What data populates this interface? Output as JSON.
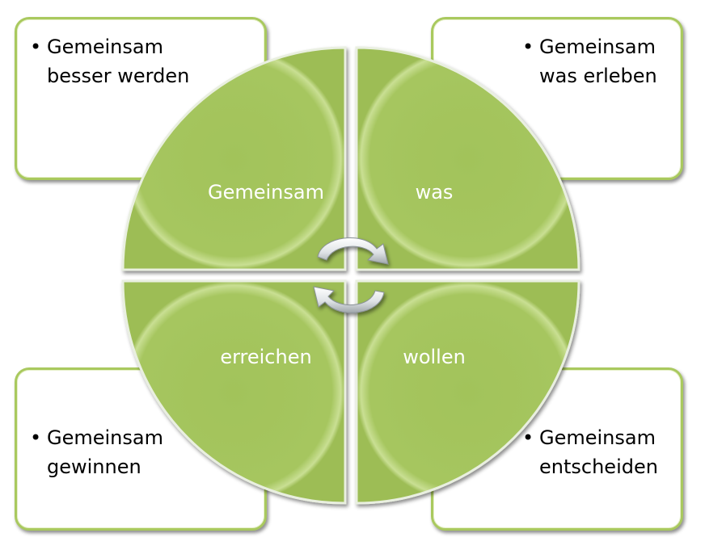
{
  "boxes": {
    "top_left": {
      "bullet": "•",
      "text": "Gemeinsam besser werden"
    },
    "top_right": {
      "bullet": "•",
      "text": "Gemeinsam was erleben"
    },
    "bottom_left": {
      "bullet": "•",
      "text": "Gemeinsam gewinnen"
    },
    "bottom_right": {
      "bullet": "•",
      "text": "Gemeinsam entscheiden"
    }
  },
  "quadrants": {
    "top_left": "Gemeinsam",
    "top_right": "was",
    "bottom_left": "erreichen",
    "bottom_right": "wollen"
  },
  "colors": {
    "quadrant_fill": "#a4c55c",
    "quadrant_highlight": "#c9e08e",
    "box_border": "#a9c95e",
    "label_text": "#ffffff",
    "arrow_fill": "#e8ecef"
  }
}
